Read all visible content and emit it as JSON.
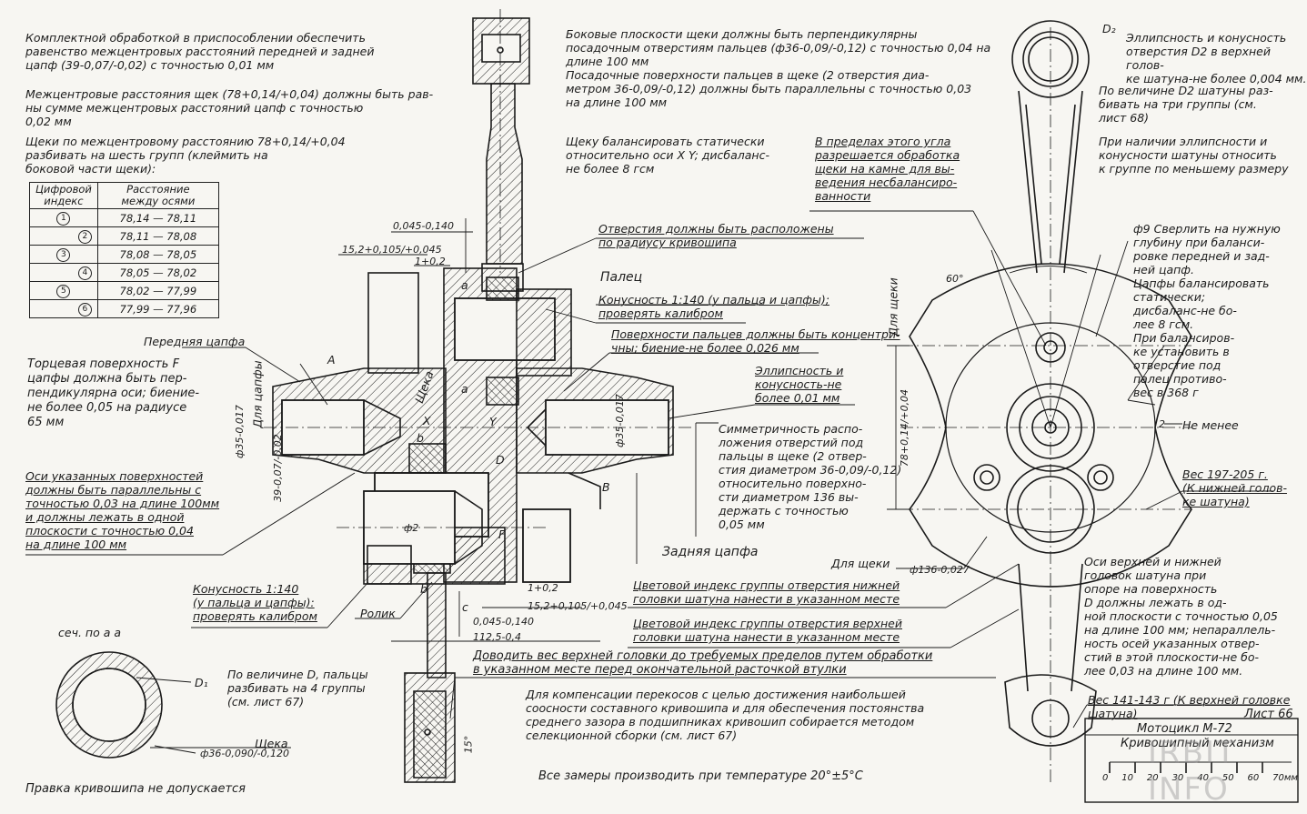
{
  "notes": {
    "n1": "Комплектной обработкой в приспособлении обеспечить\nравенство межцентровых расстояний передней и задней\nцапф (39-0,07/-0,02) с точностью 0,01 мм",
    "n2": "Межцентровые расстояния щек (78+0,14/+0,04) должны быть рав-\nны сумме межцентровых расстояний цапф с точностью\n0,02 мм",
    "n3": "Щеки по межцентровому расстоянию 78+0,14/+0,04\nразбивать на шесть групп (клеймить на\nбоковой части щеки):",
    "n4": "Торцевая поверхность F\nцапфы должна быть пер-\nпендикулярна оси; биение-\nне более 0,05 на радиусе\n65 мм",
    "n5": "Оси указанных поверхностей\nдолжны быть параллельны с\nточностью 0,03 на длине 100мм\nи должны лежать в одной\nплоскости с точностью 0,04\nна длине 100 мм",
    "n6": "Конусность 1:140\n(у пальца и цапфы):\nпроверять калибром",
    "n7": "Боковые плоскости щеки должны быть перпендикулярны\nпосадочным отверстиям пальцев (ф36-0,09/-0,12) с точностью 0,04 на\nдлине 100 мм\nПосадочные поверхности пальцев в щеке (2 отверстия диа-\nметром 36-0,09/-0,12) должны быть параллельны с точностью 0,03\nна длине 100 мм",
    "n8": "Щеку балансировать статически\nотносительно оси X Y; дисбаланс-\nне более 8 гсм",
    "n9": "В пределах этого угла\nразрешается обработка\nщеки на камне для вы-\nведения несбалансиро-\nванности",
    "n10": "Отверстия должны быть расположены\nпо радиусу кривошипа",
    "n11": "Палец",
    "n12": "Конусность 1:140 (у пальца и цапфы);\nпроверять калибром",
    "n13": "Поверхности пальцев должны быть концентри-\nчны; биение-не более 0,026 мм",
    "n14": "Эллипсность и\nконусность-не\nболее 0,01 мм",
    "n15": "Симметричность распо-\nложения отверстий под\nпальцы в щеке (2 отвер-\nстия диаметром 36-0,09/-0,12)\nотносительно поверхно-\nсти диаметром 136 вы-\nдержать с точностью\n0,05 мм",
    "n16": "Задняя цапфа",
    "n17": "Цветовой индекс группы отверстия нижней\nголовки шатуна нанести в указанном месте",
    "n18": "Цветовой индекс группы отверстия верхней\nголовки шатуна нанести в указанном месте",
    "n19": "Доводить вес верхней головки до требуемых пределов путем обработки\nв указанном месте перед окончательной расточкой втулки",
    "n20": "Для компенсации перекосов с целью достижения наибольшей\nсоосности составного кривошипа и для обеспечения постоянства\nсреднего зазора в подшипниках кривошип собирается методом\nселекционной сборки (см. лист 67)",
    "n21": "Все замеры производить при температуре 20°±5°С",
    "n22": "Правка кривошипа не допускается",
    "n23": "По величине D, пальцы\nразбивать на 4 группы\n(см. лист 67)",
    "n24": "Эллипсность и конусность\nотверстия D2 в верхней голов-\nке шатуна-не более 0,004 мм.",
    "n25": "По величине D2 шатуны раз-\nбивать на три группы (см.\nлист 68)",
    "n26": "При наличии эллипсности и\nконусности шатуны относить\nк группе по меньшему размеру",
    "n27": "ф9 Сверлить на нужную\nглубину при баланси-\nровке передней и зад-\nней цапф.\nЦапфы балансировать\nстатически;\nдисбаланс-не бо-\nлее 8 гсм.\nПри балансиров-\nке установить в\nотверстие под\nпалец противо-\nвес в 368 г",
    "n28": "Не менее",
    "n29": "Вес 197-205 г.\n(К нижней голов-\nке шатуна)",
    "n30": "Оси верхней и нижней\nголовок шатуна при\nопоре на поверхность\nD должны лежать в од-\nной плоскости с точностью 0,05\nна длине 100 мм; непараллель-\nность осей указанных отвер-\nстий в этой плоскости-не бо-\nлее 0,03 на длине 100 мм.",
    "n31": "Вес 141-143 г (К верхней головке\nшатуна)"
  },
  "labels": {
    "front_journal": "Передняя цапфа",
    "cheek": "Щека",
    "for_journal": "Для цапфы",
    "for_cheek_v": "Для щеки",
    "for_cheek": "Для щеки",
    "roller": "Ролик",
    "section": "сеч. по а а",
    "cheek2": "Щека",
    "A": "А",
    "B": "В",
    "D": "D",
    "F": "F",
    "X": "X",
    "Y": "Y",
    "a1": "а",
    "a2": "а",
    "b1": "b",
    "b2": "b",
    "c": "c",
    "D1": "D₁",
    "D2": "D₂",
    "dim_0045_top": "0,045-0,140",
    "dim_152_top": "15,2+0,105/+0,045",
    "dim_1_top": "1+0,2",
    "dim_phi35": "ф35-0,017",
    "dim_39": "39-0,07/-0,02",
    "dim_phi35r": "ф35-0,017",
    "dim_phi2": "ф2",
    "dim_1_bot": "1+0,2",
    "dim_152_bot": "15,2+0,105/+0,045",
    "dim_0045_bot": "0,045-0,140",
    "dim_1125": "112,5-0,4",
    "dim_phi136": "ф136-0,027",
    "dim_phi36": "ф36-0,090/-0,120",
    "dim_78": "78+0,14/+0,04",
    "dim_60": "60°",
    "dim_15": "15°",
    "dim_2": "2"
  },
  "table": {
    "h1": "Цифровой\nиндекс",
    "h2": "Расстояние\nмежду осями",
    "rows": [
      {
        "idx": "1",
        "range": "78,14 — 78,11"
      },
      {
        "idx": "2",
        "range": "78,11 — 78,08"
      },
      {
        "idx": "3",
        "range": "78,08 — 78,05"
      },
      {
        "idx": "4",
        "range": "78,05 — 78,02"
      },
      {
        "idx": "5",
        "range": "78,02 — 77,99"
      },
      {
        "idx": "6",
        "range": "77,99 — 77,96"
      }
    ]
  },
  "titleblock": {
    "sheet": "Лист 66",
    "line1": "Мотоцикл М-72",
    "line2": "Кривошипный механизм",
    "scale_ticks": [
      "0",
      "10",
      "20",
      "30",
      "40",
      "50",
      "60",
      "70мм"
    ],
    "watermark": "IRBIT INFO"
  }
}
